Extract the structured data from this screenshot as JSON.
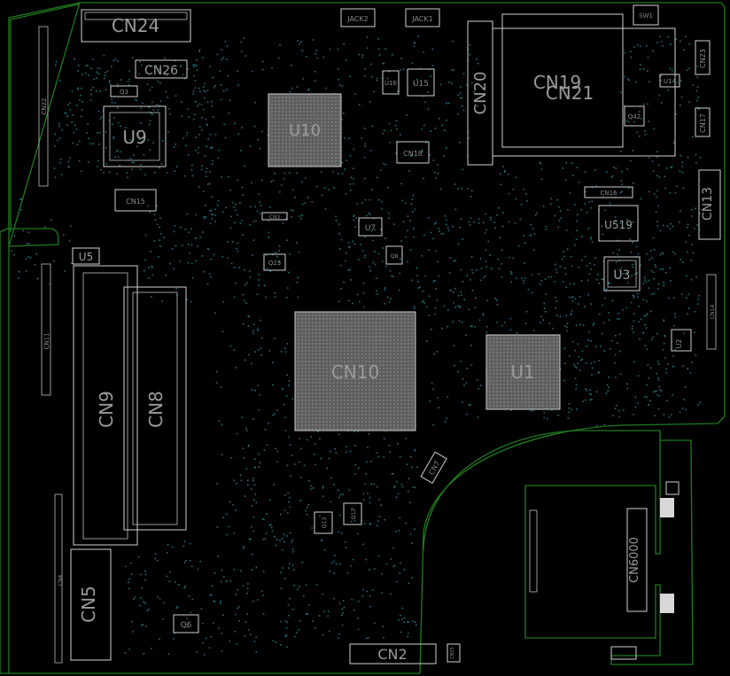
{
  "board": {
    "colors": {
      "background": "#000000",
      "outline": "#1f7a1f",
      "silkscreen": "#cfcfcf",
      "label": "#9a9a9a",
      "via": "#1f6f78"
    },
    "large_labels": {
      "cn24": "CN24",
      "cn26": "CN26",
      "u9": "U9",
      "u10": "U10",
      "cn20": "CN20",
      "cn19": "CN19",
      "cn21": "CN21",
      "cn10": "CN10",
      "u1": "U1",
      "cn9": "CN9",
      "cn8": "CN8",
      "cn5": "CN5",
      "cn2": "CN2",
      "u3": "U3",
      "u519": "U519",
      "cn6000": "CN6000",
      "cn13": "CN13",
      "u5": "U5"
    },
    "small_labels": {
      "jack2": "JACK2",
      "jack1": "JACK1",
      "sw1": "SW1",
      "cn23": "CN23",
      "cn17": "CN17",
      "cn18": "CN18",
      "cn15": "CN15",
      "cn16": "CN16",
      "cn7": "CN7",
      "cn11": "CN11",
      "cn22": "CN22",
      "cn25": "CN25",
      "cn14": "CN14",
      "cn4": "CN4",
      "u15": "U15",
      "u16": "U16",
      "u14": "U14",
      "u7": "U7",
      "u2": "U2",
      "q6": "Q6",
      "q12": "Q12",
      "q13": "Q13",
      "q42": "Q42",
      "q23": "Q23",
      "q3": "Q3",
      "cn3": "CN3",
      "q8": "Q8"
    }
  }
}
